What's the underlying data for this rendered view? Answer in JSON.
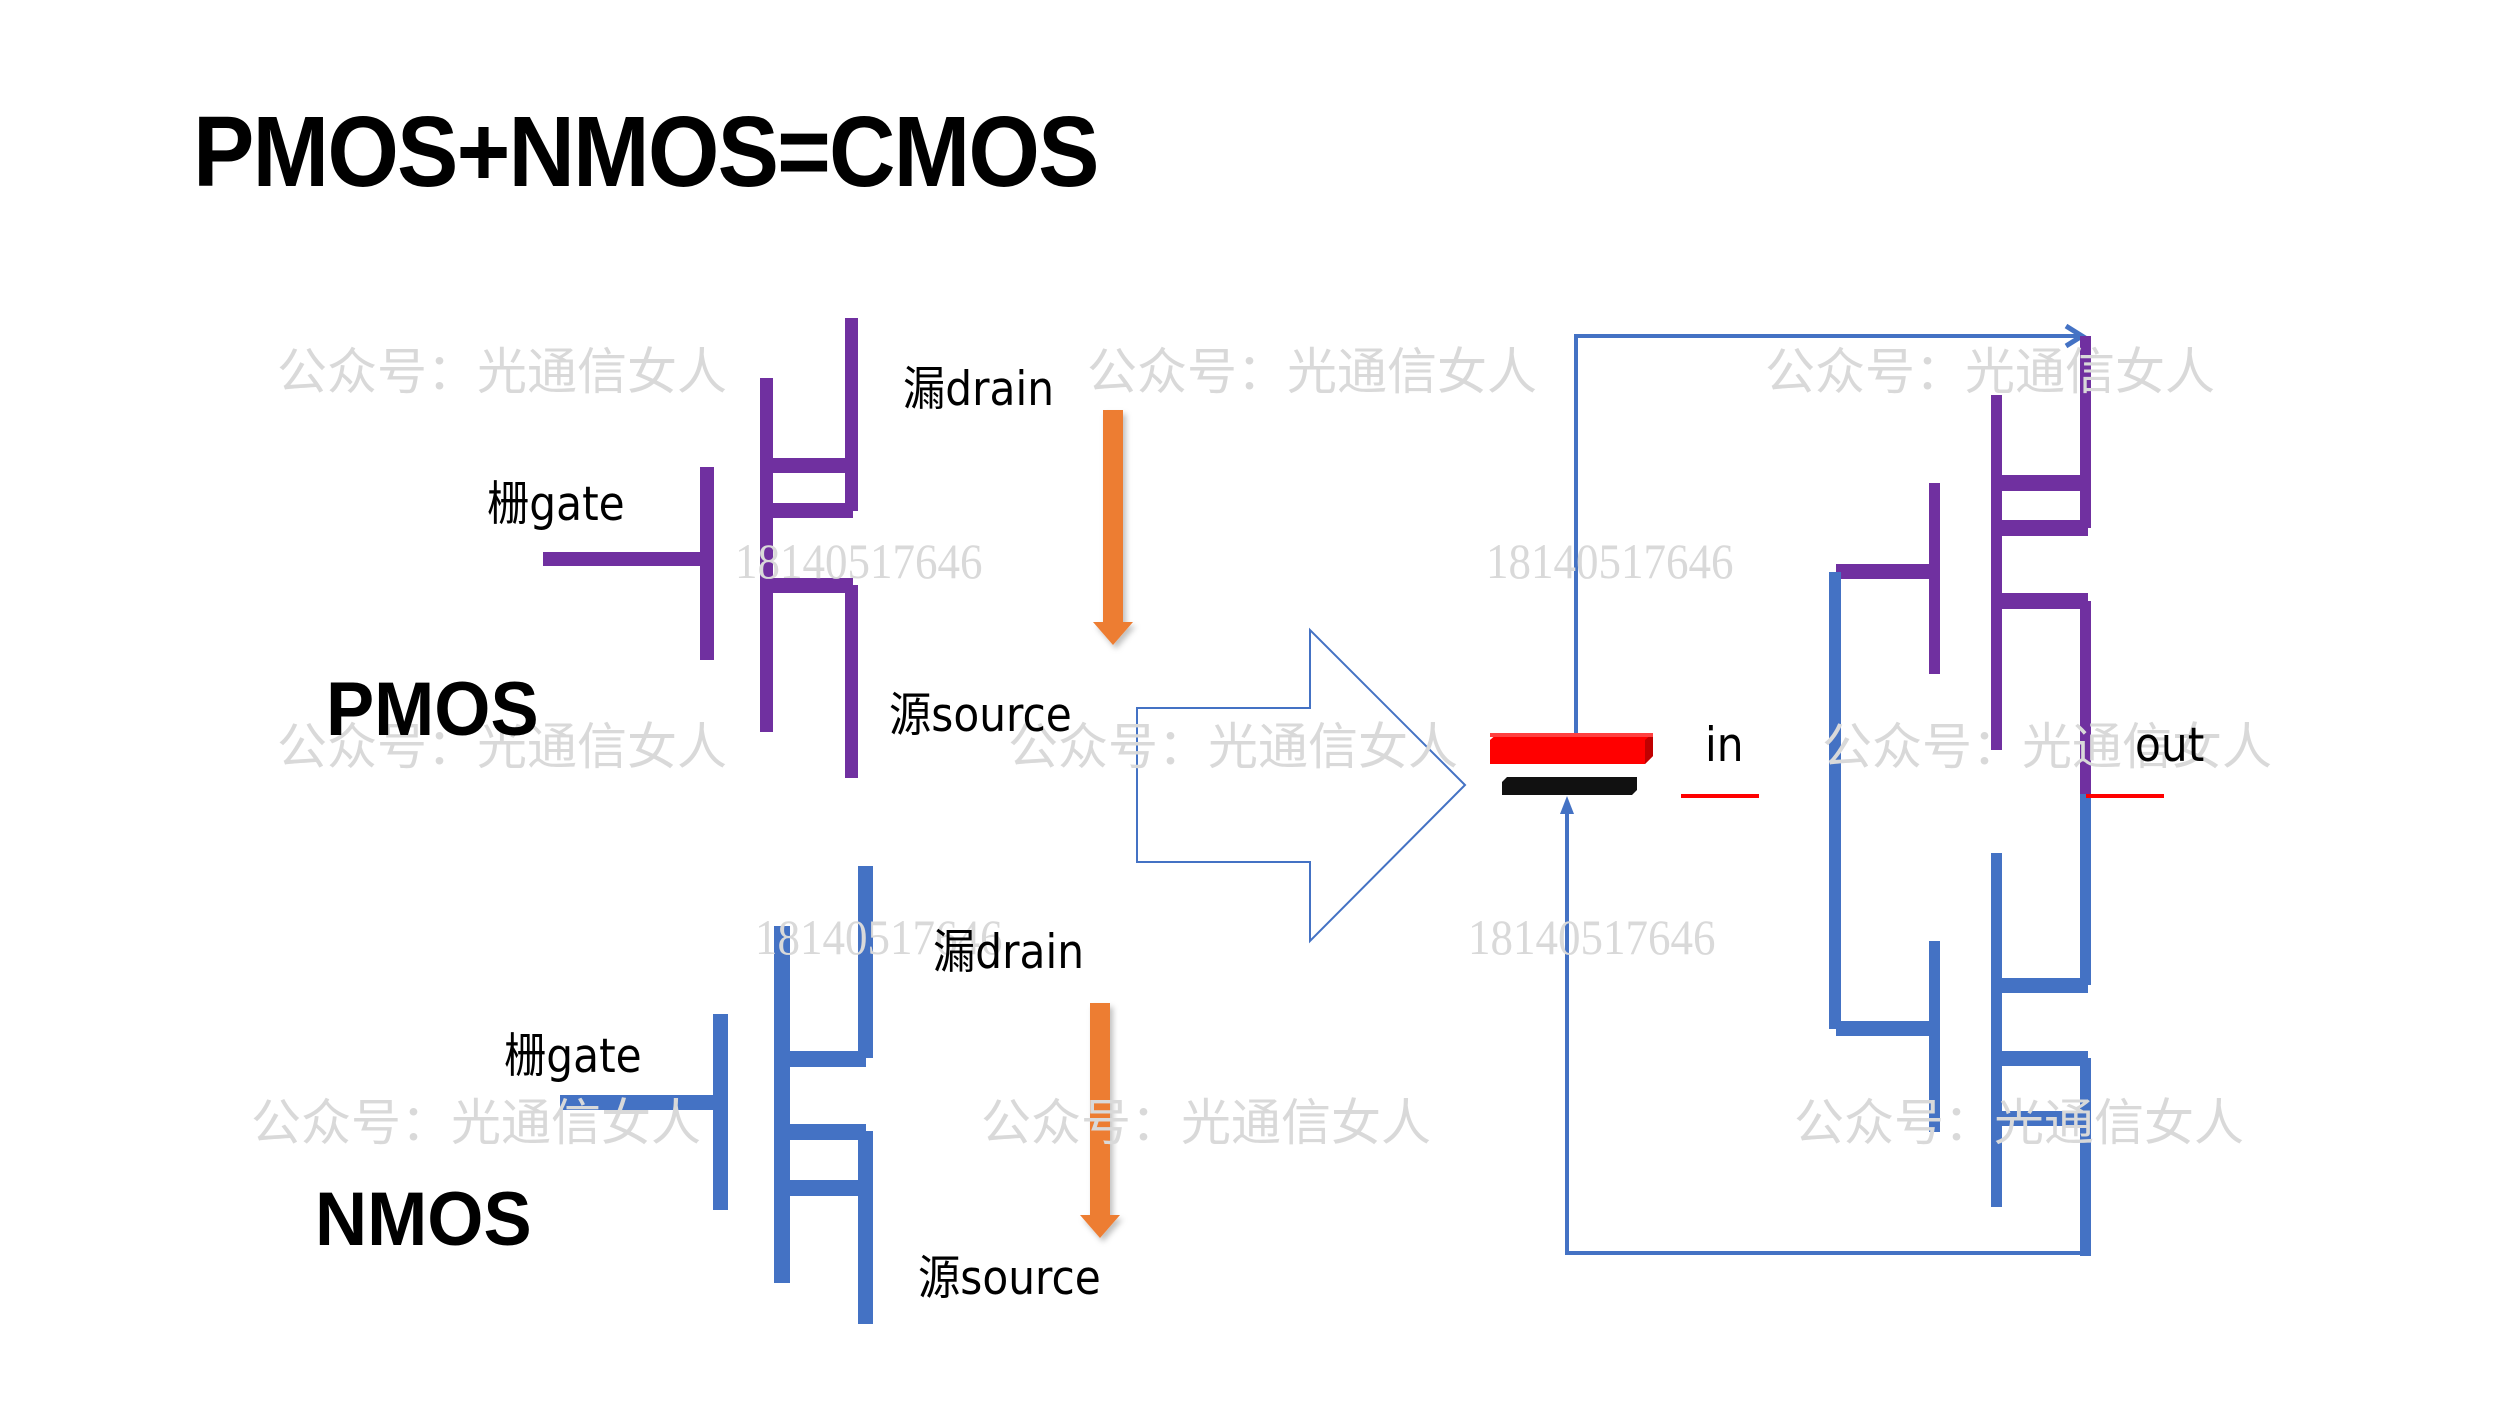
{
  "title": "PMOS+NMOS=CMOS",
  "colors": {
    "pmos": "#7030A0",
    "nmos": "#4472C4",
    "flow_arrow": "#ED7D31",
    "wire": "#4472C4",
    "input_line": "#FF0000",
    "supply_positive": "#FF0000",
    "supply_negative": "#111111",
    "watermark": "#D9D9D9"
  },
  "pmos": {
    "name": "PMOS",
    "gate_label": "栅gate",
    "drain_label": "漏drain",
    "source_label": "源source"
  },
  "nmos": {
    "name": "NMOS",
    "gate_label": "栅gate",
    "drain_label": "漏drain",
    "source_label": "源source"
  },
  "cmos": {
    "input_label": "in",
    "output_label": "out"
  },
  "watermarks": {
    "account": "公众号：光通信女人",
    "number": "18140517646"
  }
}
